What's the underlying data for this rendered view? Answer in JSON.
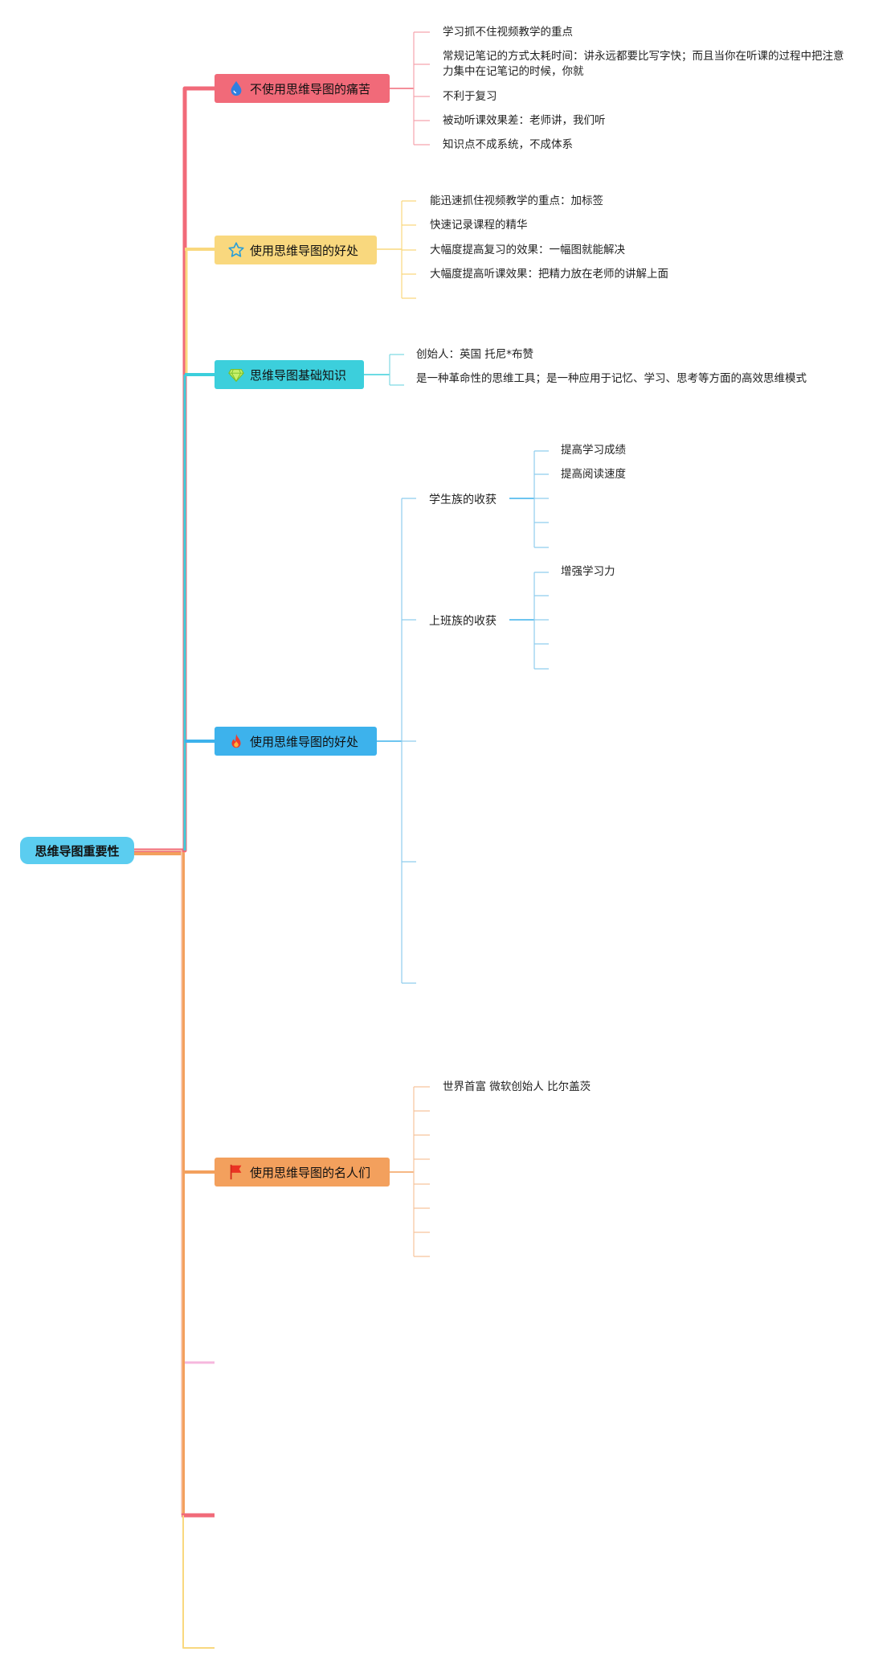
{
  "root": {
    "label": "思维导图重要性"
  },
  "colors": {
    "red": "#f16a79",
    "yellow": "#f9d87e",
    "cyan": "#3ccfdc",
    "blue": "#3db2ec",
    "orange": "#f3a05d",
    "pink": "#f6b7de",
    "root": "#5bcdf0"
  },
  "branches": [
    {
      "title": "不使用思维导图的痛苦",
      "icon": "water-drop-icon",
      "items": [
        "学习抓不住视频教学的重点",
        "常规记笔记的方式太耗时间：讲永远都要比写字快；而且当你在听课的过程中把注意力集中在记笔记的时候，你就",
        "不利于复习",
        "被动听课效果差：老师讲，我们听",
        "知识点不成系统，不成体系"
      ]
    },
    {
      "title": "使用思维导图的好处",
      "icon": "star-icon",
      "items": [
        "能迅速抓住视频教学的重点：加标签",
        "快速记录课程的精华",
        "大幅度提高复习的效果：一幅图就能解决",
        "大幅度提高听课效果：把精力放在老师的讲解上面"
      ]
    },
    {
      "title": "思维导图基础知识",
      "icon": "diamond-icon",
      "items": [
        "创始人：英国 托尼*布赞",
        "是一种革命性的思维工具；是一种应用于记忆、学习、思考等方面的高效思维模式"
      ]
    },
    {
      "title": "使用思维导图的好处",
      "icon": "fire-icon",
      "subs": [
        {
          "label": "学生族的收获",
          "items": [
            "提高学习成绩",
            "提高阅读速度"
          ]
        },
        {
          "label": "上班族的收获",
          "items": [
            "增强学习力"
          ]
        }
      ]
    },
    {
      "title": "使用思维导图的名人们",
      "icon": "flag-icon",
      "items": [
        "世界首富 微软创始人 比尔盖茨"
      ]
    }
  ]
}
